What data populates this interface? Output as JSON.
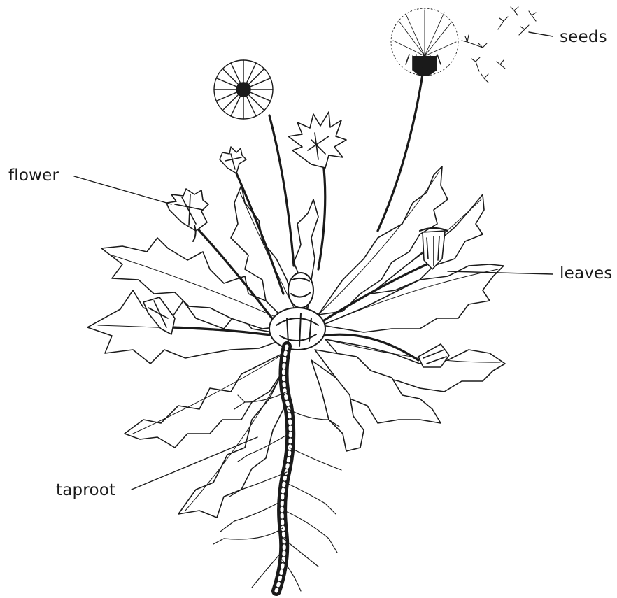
{
  "labels": {
    "seeds": "seeds",
    "flower": "flower",
    "leaves": "leaves",
    "taproot": "taproot"
  },
  "colors": {
    "ink": "#1a1a1a",
    "background": "#ffffff"
  }
}
